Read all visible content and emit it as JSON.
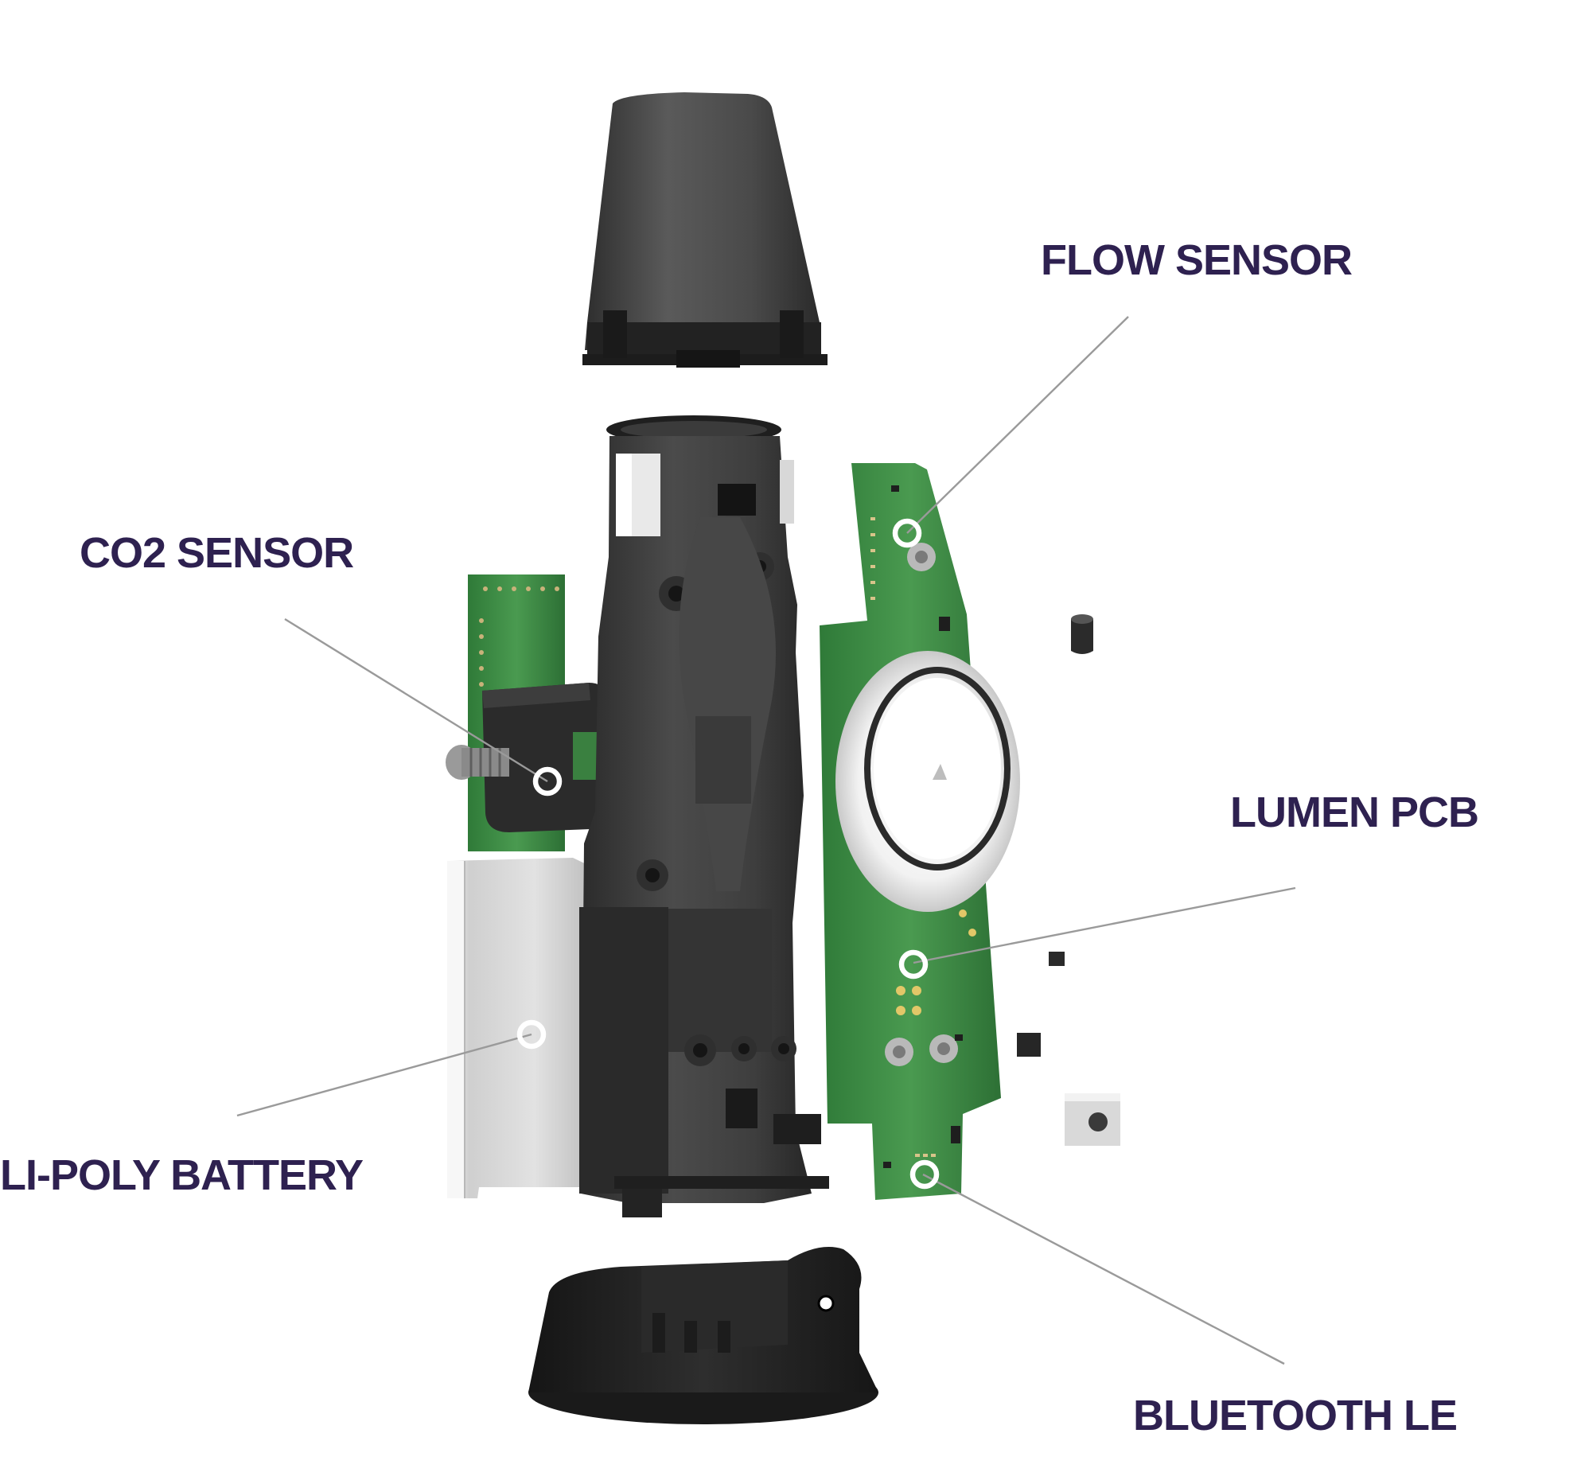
{
  "labels": {
    "flow_sensor": "FLOW SENSOR",
    "co2_sensor": "CO2 SENSOR",
    "lumen_pcb": "LUMEN PCB",
    "battery": "LI-POLY BATTERY",
    "bluetooth": "BLUETOOTH LE"
  },
  "colors": {
    "label_text": "#2e2150",
    "leader_line": "#9a9a9a",
    "marker_stroke": "#ffffff",
    "pcb_green": "#3f8a45",
    "housing_dark": "#3a3a3a",
    "battery_silver": "#d9d9d9"
  }
}
